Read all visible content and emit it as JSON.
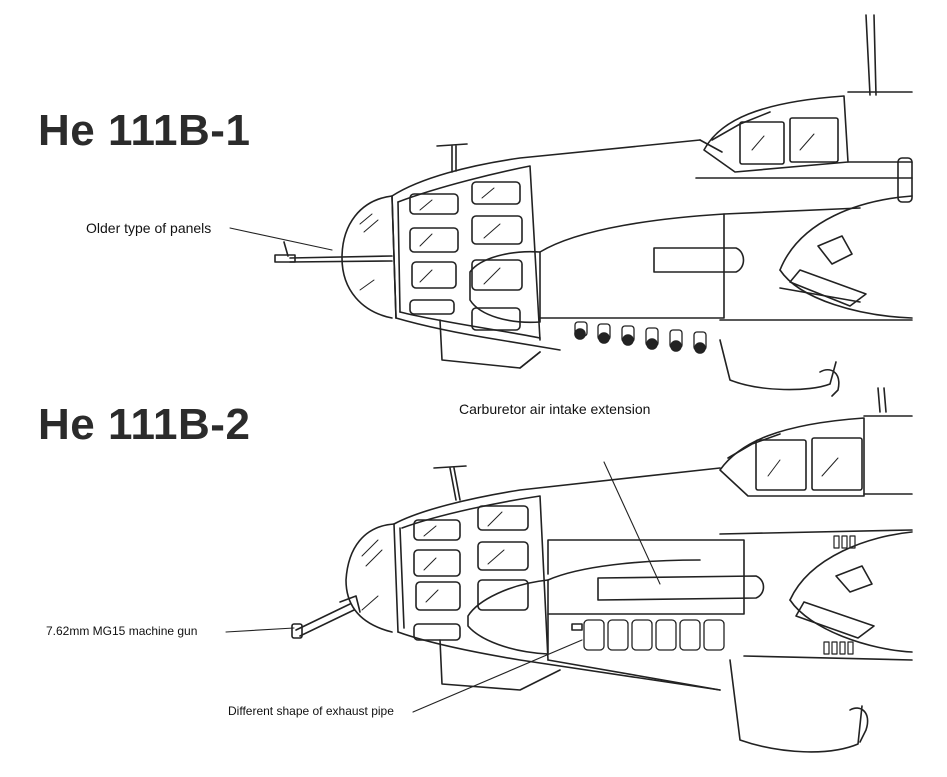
{
  "titles": {
    "b1": "He 111B-1",
    "b2": "He 111B-2"
  },
  "labels": {
    "older_panels": "Older type of panels",
    "carb_intake": "Carburetor air intake extension",
    "machine_gun": "7.62mm MG15 machine gun",
    "exhaust_pipe": "Different shape of exhaust pipe"
  }
}
